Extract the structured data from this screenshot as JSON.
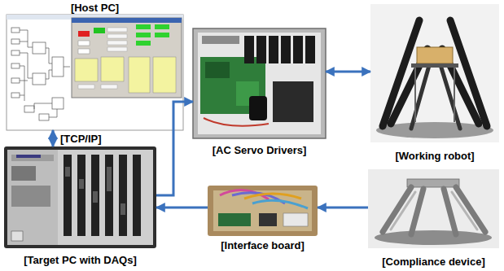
{
  "diagram": {
    "nodes": [
      {
        "text": [
          "[Host PC]"
        ]
      },
      {
        "text": [
          "[AC Servo Drivers]"
        ]
      },
      {
        "text": [
          "[Working robot]"
        ]
      },
      {
        "text": [
          "[Target PC with DAQs]"
        ]
      },
      {
        "text": [
          "[Interface board]"
        ]
      },
      {
        "text": [
          "[Compliance device]"
        ]
      }
    ],
    "edges": [
      {
        "from": 0,
        "to": 3,
        "label": "[TCP/IP]",
        "arrow": "both"
      },
      {
        "from": 3,
        "to": 1,
        "arrow": "to"
      },
      {
        "from": 1,
        "to": 2,
        "arrow": "both"
      },
      {
        "from": 5,
        "to": 4,
        "arrow": "to"
      },
      {
        "from": 4,
        "to": 3,
        "arrow": "to"
      }
    ]
  }
}
